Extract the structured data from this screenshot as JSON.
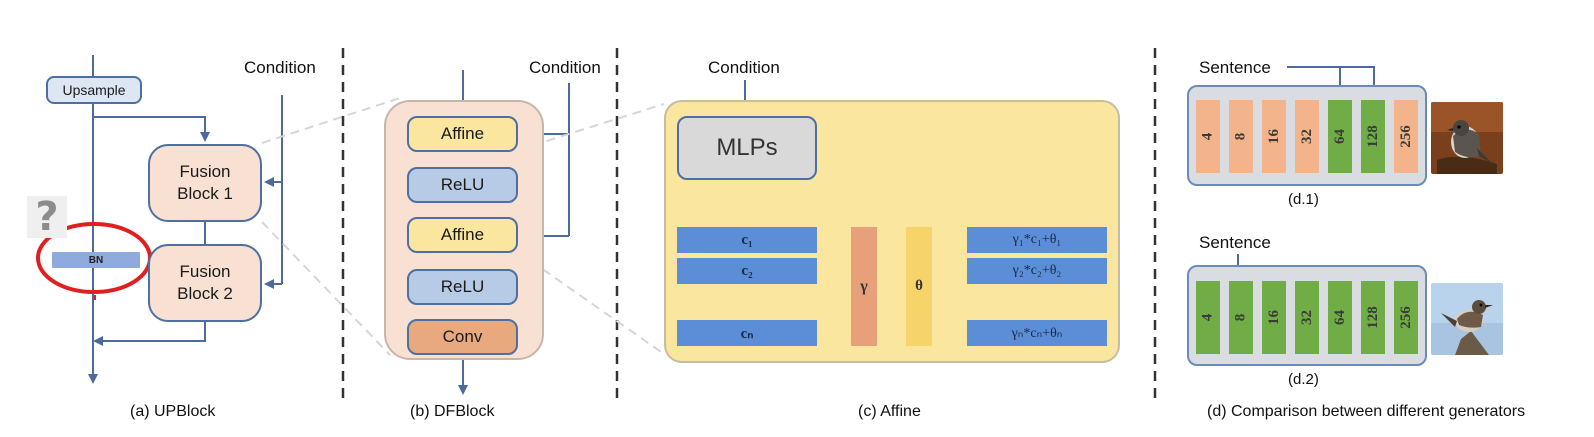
{
  "panel_a": {
    "upsample": "Upsample",
    "fusion_block_1": "Fusion\nBlock 1",
    "fusion_block_2": "Fusion\nBlock 2",
    "condition": "Condition",
    "bn": "BN",
    "question_mark": "?",
    "caption": "(a) UPBlock"
  },
  "panel_b": {
    "condition": "Condition",
    "layers": [
      "Affine",
      "ReLU",
      "Affine",
      "ReLU",
      "Conv"
    ],
    "caption": "(b) DFBlock"
  },
  "panel_c": {
    "condition": "Condition",
    "mlps": "MLPs",
    "inputs": [
      "c₁",
      "c₂",
      "cₙ"
    ],
    "gamma": "γ",
    "theta": "θ",
    "outputs": [
      "γ₁*c₁+θ₁",
      "γ₂*c₂+θ₂",
      "γₙ*cₙ+θₙ"
    ],
    "caption": "(c) Affine"
  },
  "panel_d": {
    "sentence_1": "Sentence",
    "sentence_2": "Sentence",
    "row1": [
      "4",
      "8",
      "16",
      "32",
      "64",
      "128",
      "256"
    ],
    "row2": [
      "4",
      "8",
      "16",
      "32",
      "64",
      "128",
      "256"
    ],
    "label_1": "(d.1)",
    "label_2": "(d.2)",
    "ellipsis": "• • •",
    "caption": "(d) Comparison between different generators"
  },
  "colors": {
    "line": "#4a6b9c",
    "orange_cell": "#f3b48c",
    "green_cell": "#70ad47",
    "affine_yellow": "#fbe6a0",
    "highlight_circle": "#e02020"
  }
}
